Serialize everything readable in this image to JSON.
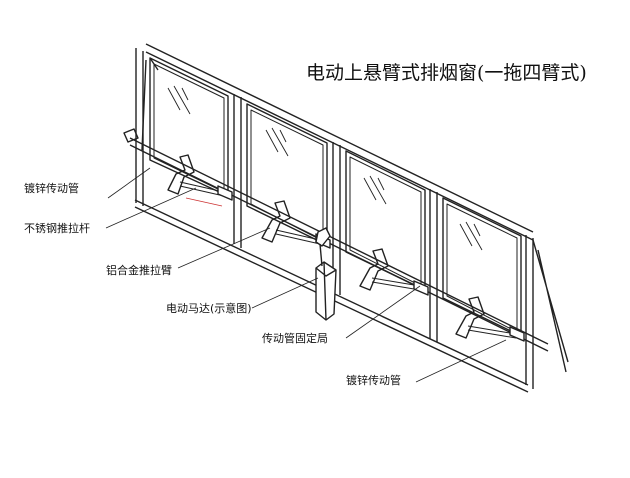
{
  "title": "电动上悬臂式排烟窗(一拖四臂式)",
  "labels": {
    "galv_pipe_top": "镀锌传动管",
    "ss_push_rod": "不锈钢推拉杆",
    "al_push_arm": "铝合金推拉臂",
    "motor": "电动马达(示意图)",
    "pipe_fixing": "传动管固定局",
    "galv_pipe_bottom": "镀锌传动管"
  }
}
